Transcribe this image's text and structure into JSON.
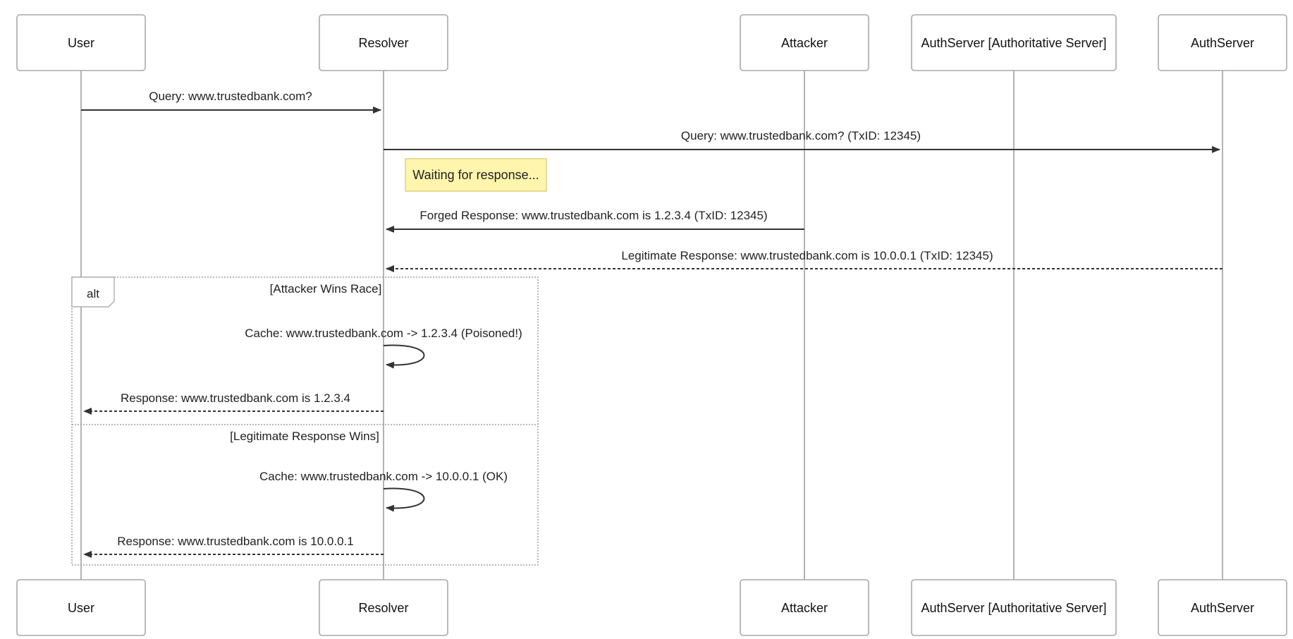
{
  "participants": [
    {
      "id": "user",
      "label": "User"
    },
    {
      "id": "resolver",
      "label": "Resolver"
    },
    {
      "id": "attacker",
      "label": "Attacker"
    },
    {
      "id": "authserver-authoritative",
      "label": "AuthServer [Authoritative Server]"
    },
    {
      "id": "authserver",
      "label": "AuthServer"
    }
  ],
  "messages": [
    {
      "label": "Query: www.trustedbank.com?",
      "from": "User",
      "to": "Resolver",
      "style": "solid"
    },
    {
      "label": "Query: www.trustedbank.com? (TxID: 12345)",
      "from": "Resolver",
      "to": "AuthServer",
      "style": "solid"
    },
    {
      "label": "Forged Response: www.trustedbank.com is 1.2.3.4 (TxID: 12345)",
      "from": "Attacker",
      "to": "Resolver",
      "style": "solid"
    },
    {
      "label": "Legitimate Response: www.trustedbank.com is 10.0.0.1 (TxID: 12345)",
      "from": "AuthServer",
      "to": "Resolver",
      "style": "dashed"
    }
  ],
  "note": {
    "text": "Waiting for response..."
  },
  "alt_frame": {
    "label": "alt",
    "sections": [
      {
        "condition": "[Attacker Wins Race]",
        "self_message": "Cache: www.trustedbank.com -> 1.2.3.4 (Poisoned!)",
        "response": "Response: www.trustedbank.com is 1.2.3.4"
      },
      {
        "condition": "[Legitimate Response Wins]",
        "self_message": "Cache: www.trustedbank.com -> 10.0.0.1 (OK)",
        "response": "Response: www.trustedbank.com is 10.0.0.1"
      }
    ]
  },
  "colors": {
    "note_fill": "#fff5ad",
    "line": "#333333",
    "lifeline": "#b3b3b3"
  }
}
